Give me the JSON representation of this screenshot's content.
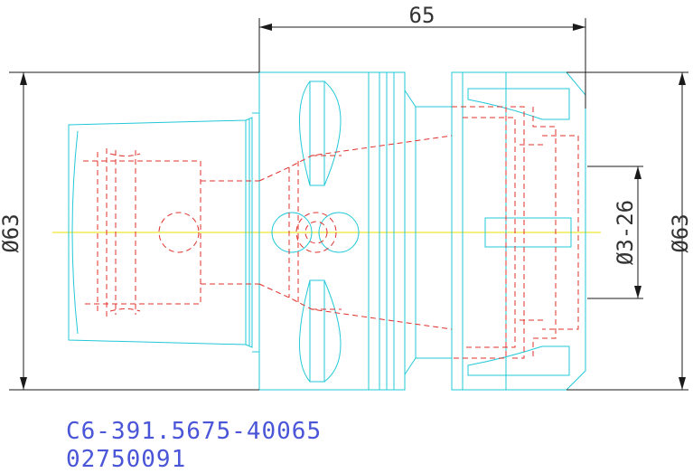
{
  "dimensions": {
    "length": "65",
    "diameter_left": "Ø63",
    "diameter_right": "Ø63",
    "bore_range": "Ø3-26"
  },
  "part": {
    "code": "C6-391.5675-40065",
    "number": "02750091"
  },
  "colors": {
    "outline": "#22c8d8",
    "hidden": "#e0302a",
    "centerline": "#e8e000",
    "dimension": "#1a1a1a",
    "part_text": "#4a55d8"
  }
}
